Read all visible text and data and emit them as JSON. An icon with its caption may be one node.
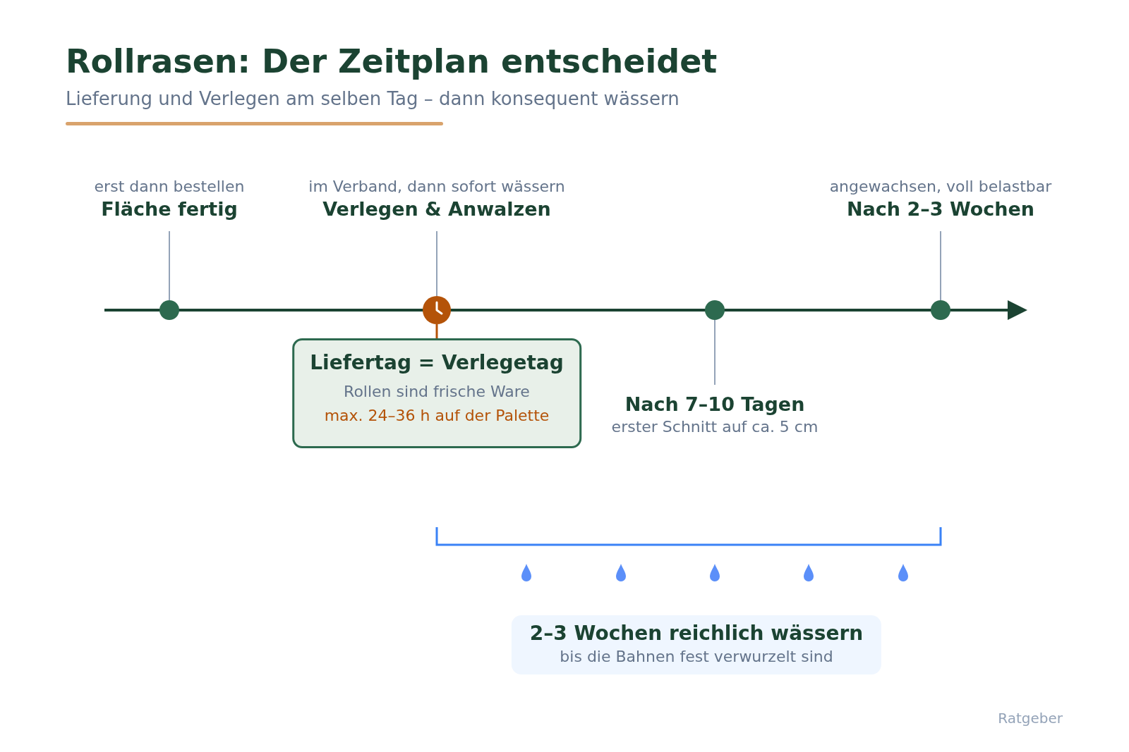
{
  "diagram": {
    "title": "Rollrasen: Der Zeitplan entscheidet",
    "nodes": [
      {
        "text": [
          "erst dann bestellen",
          "Fläche fertig"
        ]
      },
      {
        "text": [
          "im Verband, dann sofort wässern",
          "Verlegen & Anwalzen"
        ]
      },
      {
        "text": [
          "angewachsen, voll belastbar",
          "Nach 2–3 Wochen"
        ]
      },
      {
        "text": [],
        "shape": "circle"
      },
      {
        "text": [],
        "shape": "clock"
      },
      {
        "text": [],
        "shape": "circle"
      },
      {
        "text": [],
        "shape": "circle"
      },
      {
        "text": [
          "Liefertag = Verlegetag",
          "Rollen sind frische Ware",
          "max. 24–36 h auf der Palette"
        ]
      },
      {
        "text": [
          "Nach 7–10 Tagen",
          "erster Schnitt auf ca. 5 cm"
        ]
      },
      {
        "text": [
          "2–3 Wochen reichlich wässern",
          "bis die Bahnen fest verwurzelt sind"
        ]
      }
    ],
    "edges": [
      {
        "from": 0,
        "to": 3,
        "arrow": "none"
      },
      {
        "from": 1,
        "to": 4,
        "arrow": "none"
      },
      {
        "from": 2,
        "to": 6,
        "arrow": "none"
      },
      {
        "from": 4,
        "to": 7,
        "arrow": "none",
        "color": "#b45309"
      },
      {
        "from": 5,
        "to": 8,
        "arrow": "none"
      }
    ],
    "labels": [
      "Lieferung und Verlegen am selben Tag – dann konsequent wässern",
      "Ratgeber"
    ]
  }
}
